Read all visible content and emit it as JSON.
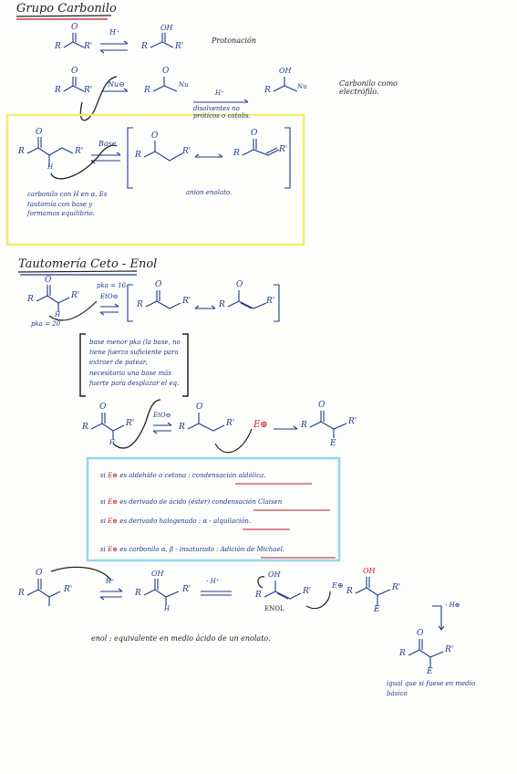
{
  "heading_carbonyl": "Grupo Carbonilo",
  "heading_tautomer": "Tautomería Ceto - Enol",
  "protonation_label": "Protonación",
  "h_plus": "H⁺",
  "nu_minus": "Nu⊖",
  "aprotic_note": "disolventes no próticos o catalis.",
  "carbonyl_electrophile": "Carbonilo como electrófilo.",
  "base_label": "Base",
  "alpha_note": "carbonilo con H en α. Es tautomía con base y formamos equilibrio.",
  "enolate_anion": "anion enolato.",
  "pka_16": "pka = 16",
  "pka_20": "pka = 20",
  "eto_minus": "EtO⊖",
  "weak_base_note": "base menor pka (la base, no tiene fuerza suficiente para extraer de patear, necesitaria una base más fuerte para desplazar el eq.",
  "e_plus": "E⊕",
  "e_letter": "E",
  "enol_label": "ENOL",
  "bullets": [
    {
      "prefix": "si",
      "text": "es aldehído o cetona :",
      "reaction": "condensación aldólica."
    },
    {
      "prefix": "si",
      "text": "es derivado de ácido (éster)",
      "reaction": "condensación Claisen"
    },
    {
      "prefix": "si",
      "text": "es derivado halogenado :",
      "reaction": "α - alquilación."
    },
    {
      "prefix": "si",
      "text": "es carbonilo α, β - insaturado :",
      "reaction": "Adición de Michael."
    }
  ],
  "minus_h": "- H⁺",
  "minus_h_final": "- H⊕",
  "enol_equivalent": "enol : equivalente en medio ácido de un enolato.",
  "basic_medium": "igual que si fuese en medio básico",
  "atom_R": "R",
  "atom_Rp": "R'",
  "atom_O": "O",
  "atom_H": "H",
  "atom_OH": "OH",
  "atom_Nu": "Nu",
  "colors": {
    "ink_blue": "#1e3a8a",
    "ink_red": "#c0182a",
    "highlight_yellow": "#f3ec6c",
    "box_cyan": "#8fd8ec",
    "ink_black": "#222222"
  }
}
